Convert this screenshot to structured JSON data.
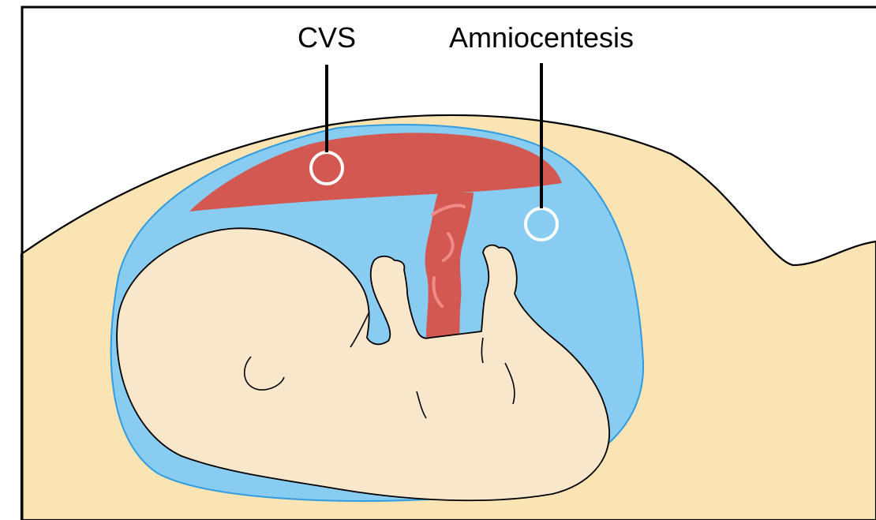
{
  "labels": {
    "cvs": "CVS",
    "amniocentesis": "Amniocentesis"
  },
  "colors": {
    "background": "#ffffff",
    "abdomen": "#fbe4b3",
    "amniotic_fluid": "#88ccf1",
    "fluid_outline": "#2f9be0",
    "placenta": "#d35852",
    "cord_highlight": "#f08a87",
    "fetus_skin": "#f9e7cc",
    "outline": "#000000",
    "sample_marker": "#ffffff"
  },
  "icons": {
    "cvs_site": "circle-marker",
    "amnio_site": "circle-marker"
  }
}
